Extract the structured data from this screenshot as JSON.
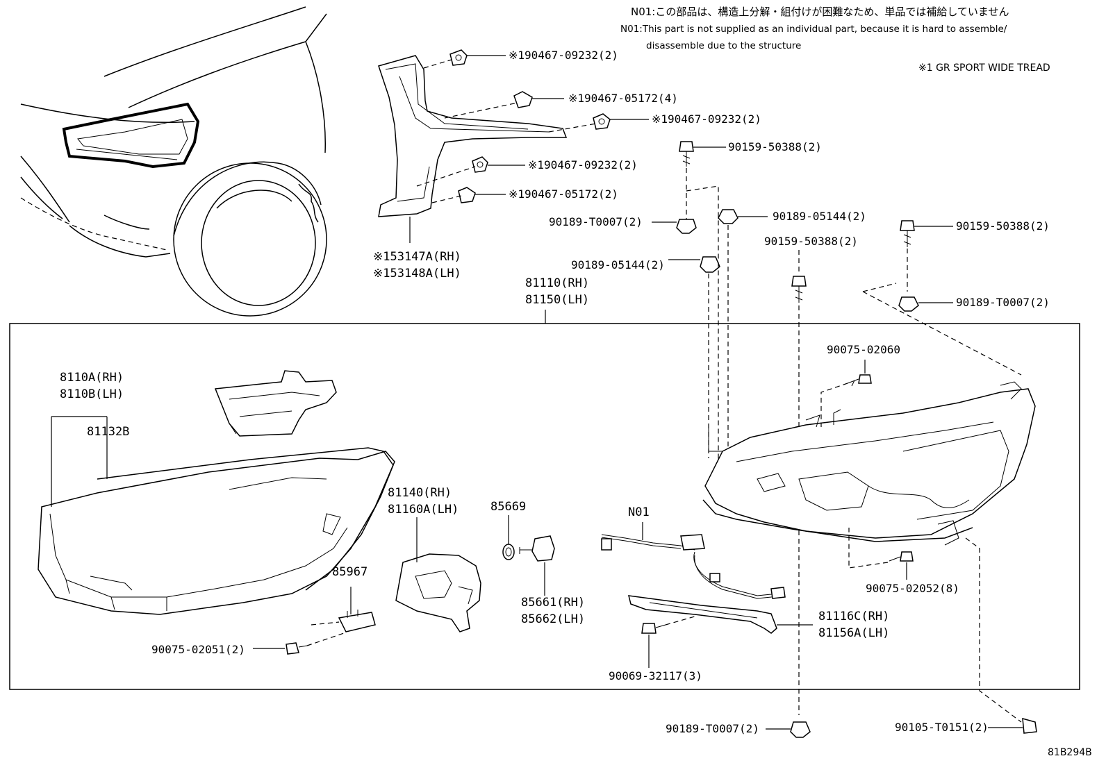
{
  "notes": {
    "n01_jp": "N01:この部品は、構造上分解・組付けが困難なため、単品では補給していません",
    "n01_en_line1": "N01:This part is not supplied as an individual part, because it is hard to assemble/",
    "n01_en_line2": "disassemble due to the structure",
    "mark1": "※1 GR SPORT WIDE TREAD"
  },
  "labels": {
    "l_190467_09232_a": "※190467-09232(2)",
    "l_190467_05172_4": "※190467-05172(4)",
    "l_190467_09232_b": "※190467-09232(2)",
    "l_190467_09232_c": "※190467-09232(2)",
    "l_190467_05172_2": "※190467-05172(2)",
    "l_53147a": "※153147A(RH)",
    "l_53148a": "※153148A(LH)",
    "l_90159_50388_a": "90159-50388(2)",
    "l_90189_t0007_a": "90189-T0007(2)",
    "l_90189_05144_a": "90189-05144(2)",
    "l_90159_50388_b": "90159-50388(2)",
    "l_90159_50388_c": "90159-50388(2)",
    "l_90189_05144_b": "90189-05144(2)",
    "l_81110": "81110(RH)",
    "l_81150": "81150(LH)",
    "l_90189_t0007_b": "90189-T0007(2)",
    "l_8110a": "8110A(RH)",
    "l_8110b": "8110B(LH)",
    "l_81132b": "81132B",
    "l_90075_02060": "90075-02060",
    "l_81140": "81140(RH)",
    "l_81160a": "81160A(LH)",
    "l_85669": "85669",
    "l_n01": "N01",
    "l_85967": "85967",
    "l_85661": "85661(RH)",
    "l_85662": "85662(LH)",
    "l_90075_02052": "90075-02052(8)",
    "l_81116c": "81116C(RH)",
    "l_81156a": "81156A(LH)",
    "l_90075_02051": "90075-02051(2)",
    "l_90069_32117": "90069-32117(3)",
    "l_90189_t0007_c": "90189-T0007(2)",
    "l_90105_t0151": "90105-T0151(2)",
    "ref_code": "81B294B"
  }
}
